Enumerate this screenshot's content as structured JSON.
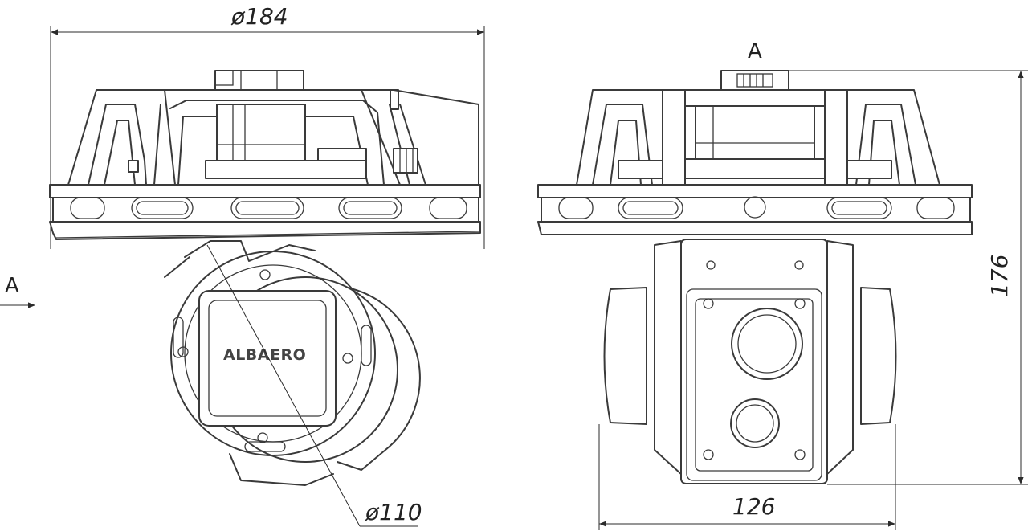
{
  "dimensions": {
    "mount_diameter": "ø184",
    "ball_diameter": "ø110",
    "width": "126",
    "height": "176"
  },
  "view_marks": {
    "arrow_label": "A",
    "view_label": "A"
  },
  "brand": "ALBAERO"
}
